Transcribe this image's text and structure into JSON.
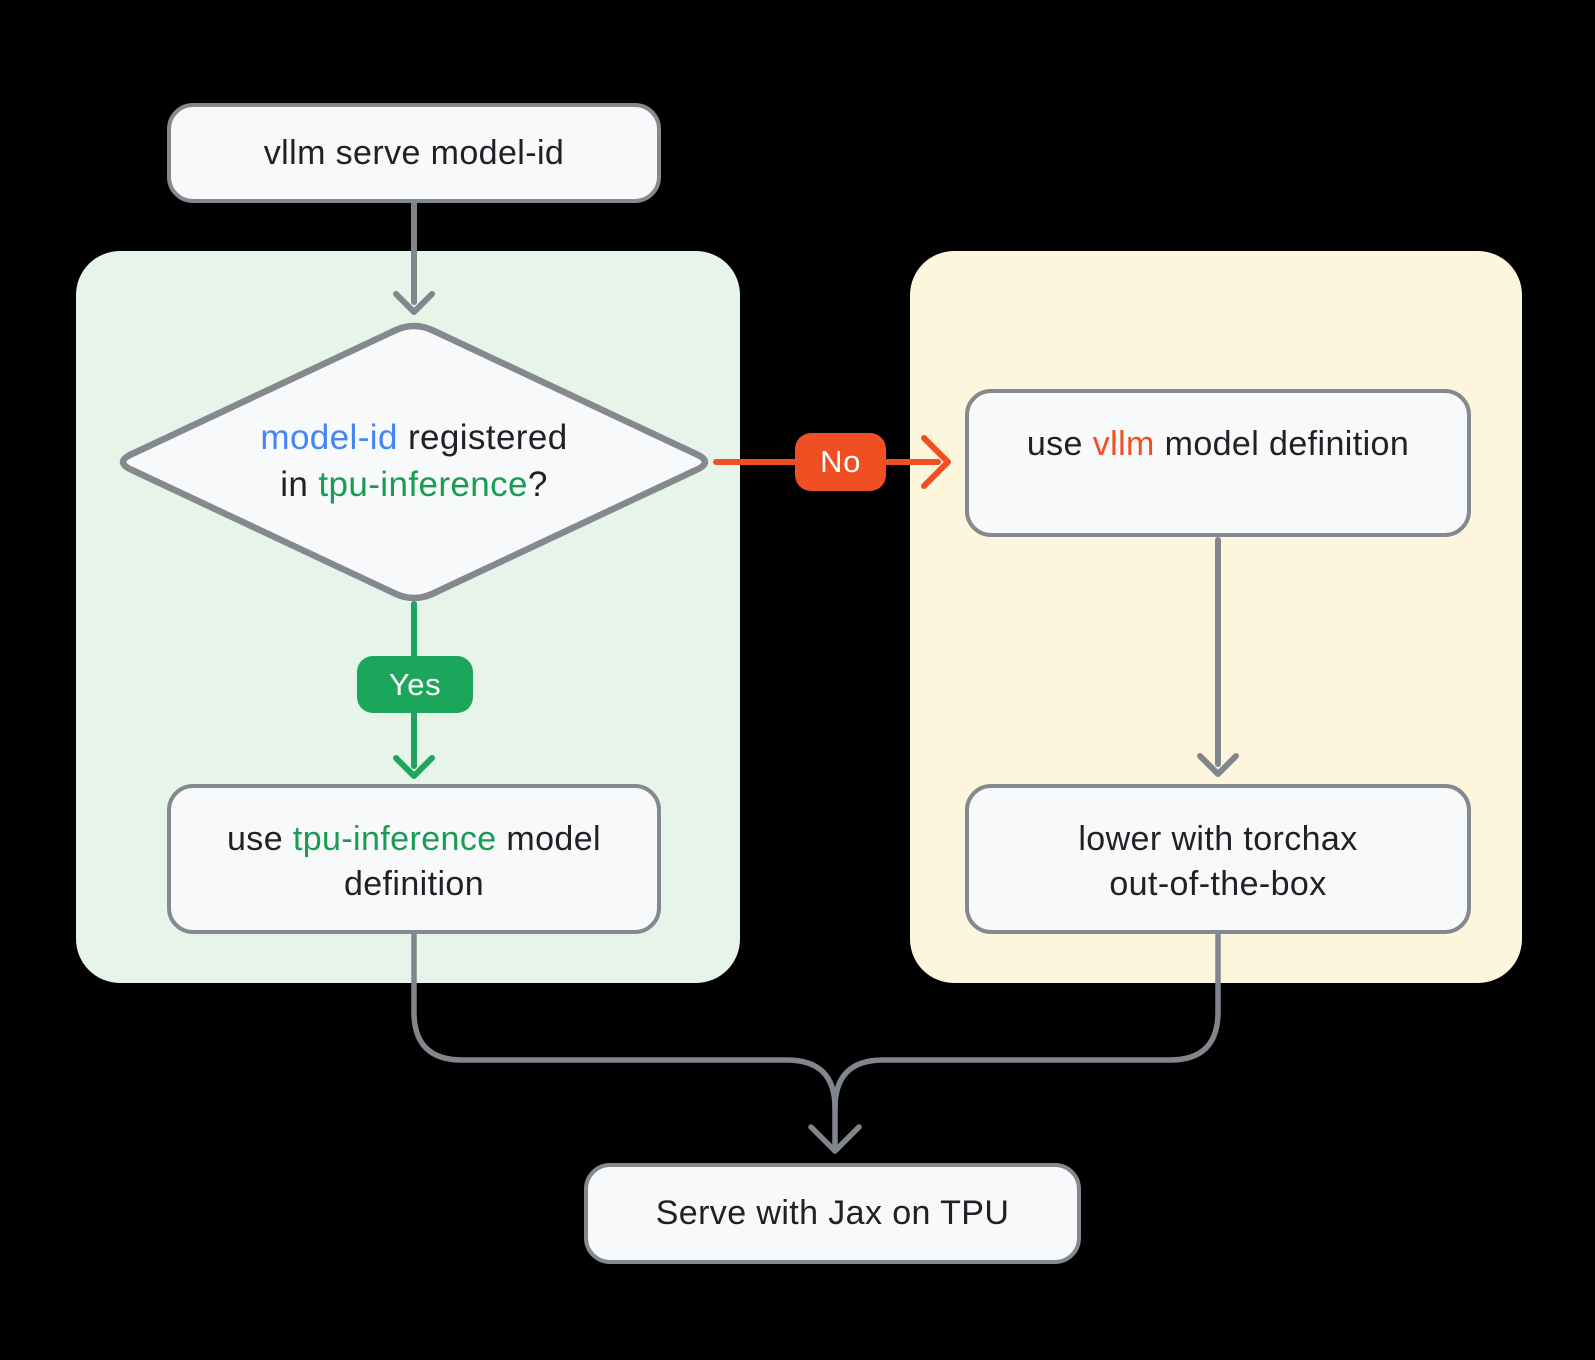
{
  "colors": {
    "background": "#000000",
    "panel-green": "#E7F4E9",
    "panel-yellow": "#FDF6DC",
    "node-fill": "#F8F9FA",
    "node-border": "#83898F",
    "connector-gray": "#80868B",
    "text": "#202124",
    "accent-blue": "#4285F4",
    "accent-green": "#179C52",
    "badge-green": "#1BA65C",
    "accent-orange": "#F04E23",
    "badge-text": "#FFFFFF"
  },
  "nodes": {
    "start": {
      "label": "vllm serve model-id"
    },
    "decision": {
      "line1_highlight": "model-id",
      "line1_rest": " registered",
      "line2_pre": "in ",
      "line2_highlight": "tpu-inference",
      "line2_suffix": "?"
    },
    "tpu_model": {
      "pre": "use ",
      "highlight": "tpu-inference",
      "post": " model",
      "line2": "definition"
    },
    "vllm_model": {
      "pre": "use ",
      "highlight": "vllm",
      "post": " model definition"
    },
    "torchax": {
      "line1": "lower with torchax",
      "line2": "out-of-the-box"
    },
    "serve": {
      "label": "Serve with Jax on TPU"
    }
  },
  "edges": {
    "yes_label": "Yes",
    "no_label": "No"
  }
}
